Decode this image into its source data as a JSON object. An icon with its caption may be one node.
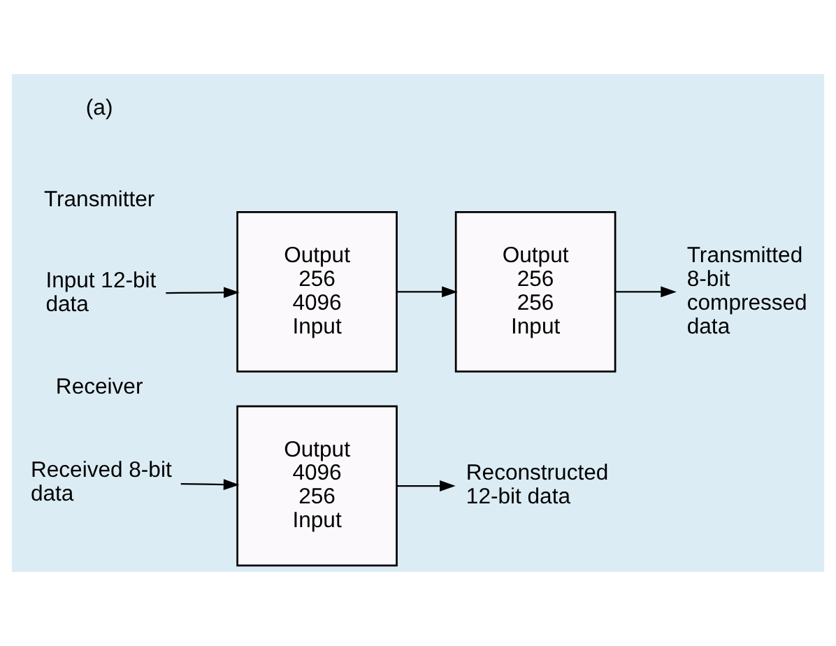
{
  "diagram": {
    "nodes": [
      {
        "text": [
          "Input 12-bit data"
        ]
      },
      {
        "text": [
          "Output",
          "256",
          "4096",
          "Input"
        ]
      },
      {
        "text": [
          "Output",
          "256",
          "256",
          "Input"
        ]
      },
      {
        "text": [
          "Transmitted 8-bit compressed data"
        ]
      },
      {
        "text": [
          "Received 8-bit data"
        ]
      },
      {
        "text": [
          "Output",
          "4096",
          "256",
          "Input"
        ]
      },
      {
        "text": [
          "Reconstructed 12-bit data"
        ]
      }
    ],
    "edges": [
      {
        "from": 0,
        "to": 1,
        "arrow": "to"
      },
      {
        "from": 1,
        "to": 2,
        "arrow": "to"
      },
      {
        "from": 2,
        "to": 3,
        "arrow": "to"
      },
      {
        "from": 4,
        "to": 5,
        "arrow": "to"
      },
      {
        "from": 5,
        "to": 6,
        "arrow": "to"
      }
    ],
    "labels": [
      "(a)",
      "Transmitter",
      "Receiver"
    ]
  }
}
